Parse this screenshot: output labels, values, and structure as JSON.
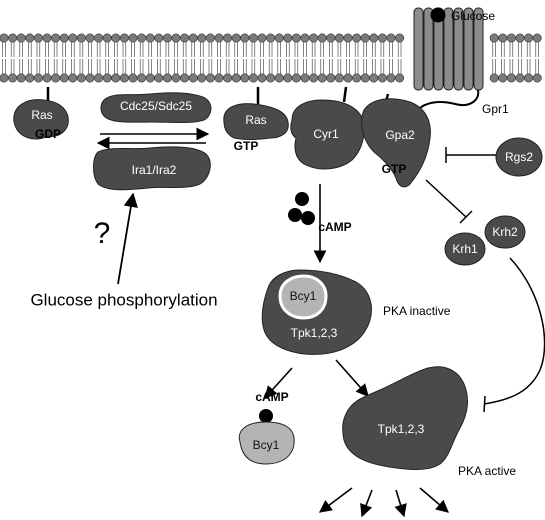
{
  "colors": {
    "protein_dark": "#4a4a4a",
    "protein_light": "#b4b4b4",
    "membrane": "#7a7a7a",
    "receptor": "#8c8c8c",
    "ink": "#000000"
  },
  "membrane": {
    "glucose": "Glucose",
    "gpr1": "Gpr1"
  },
  "proteins": {
    "ras_gdp": {
      "name": "Ras",
      "state": "GDP"
    },
    "cdc25": "Cdc25/Sdc25",
    "ira": "Ira1/Ira2",
    "ras_gtp": {
      "name": "Ras",
      "state": "GTP"
    },
    "cyr1": "Cyr1",
    "gpa2": {
      "name": "Gpa2",
      "state": "GTP"
    },
    "rgs2": "Rgs2",
    "krh1": "Krh1",
    "krh2": "Krh2",
    "bcy1": "Bcy1",
    "tpk": "Tpk1,2,3",
    "bcy1_free": "Bcy1",
    "tpk_active": "Tpk1,2,3"
  },
  "labels": {
    "camp": "cAMP",
    "camp_bound": "cAMP",
    "pka_inactive": "PKA inactive",
    "pka_active": "PKA active",
    "question": "?",
    "glucose_phosphorylation": "Glucose phosphorylation"
  },
  "icons": [
    "glucose-molecule-icon",
    "camp-molecule-icon",
    "arrow-icon",
    "inhibition-icon"
  ]
}
